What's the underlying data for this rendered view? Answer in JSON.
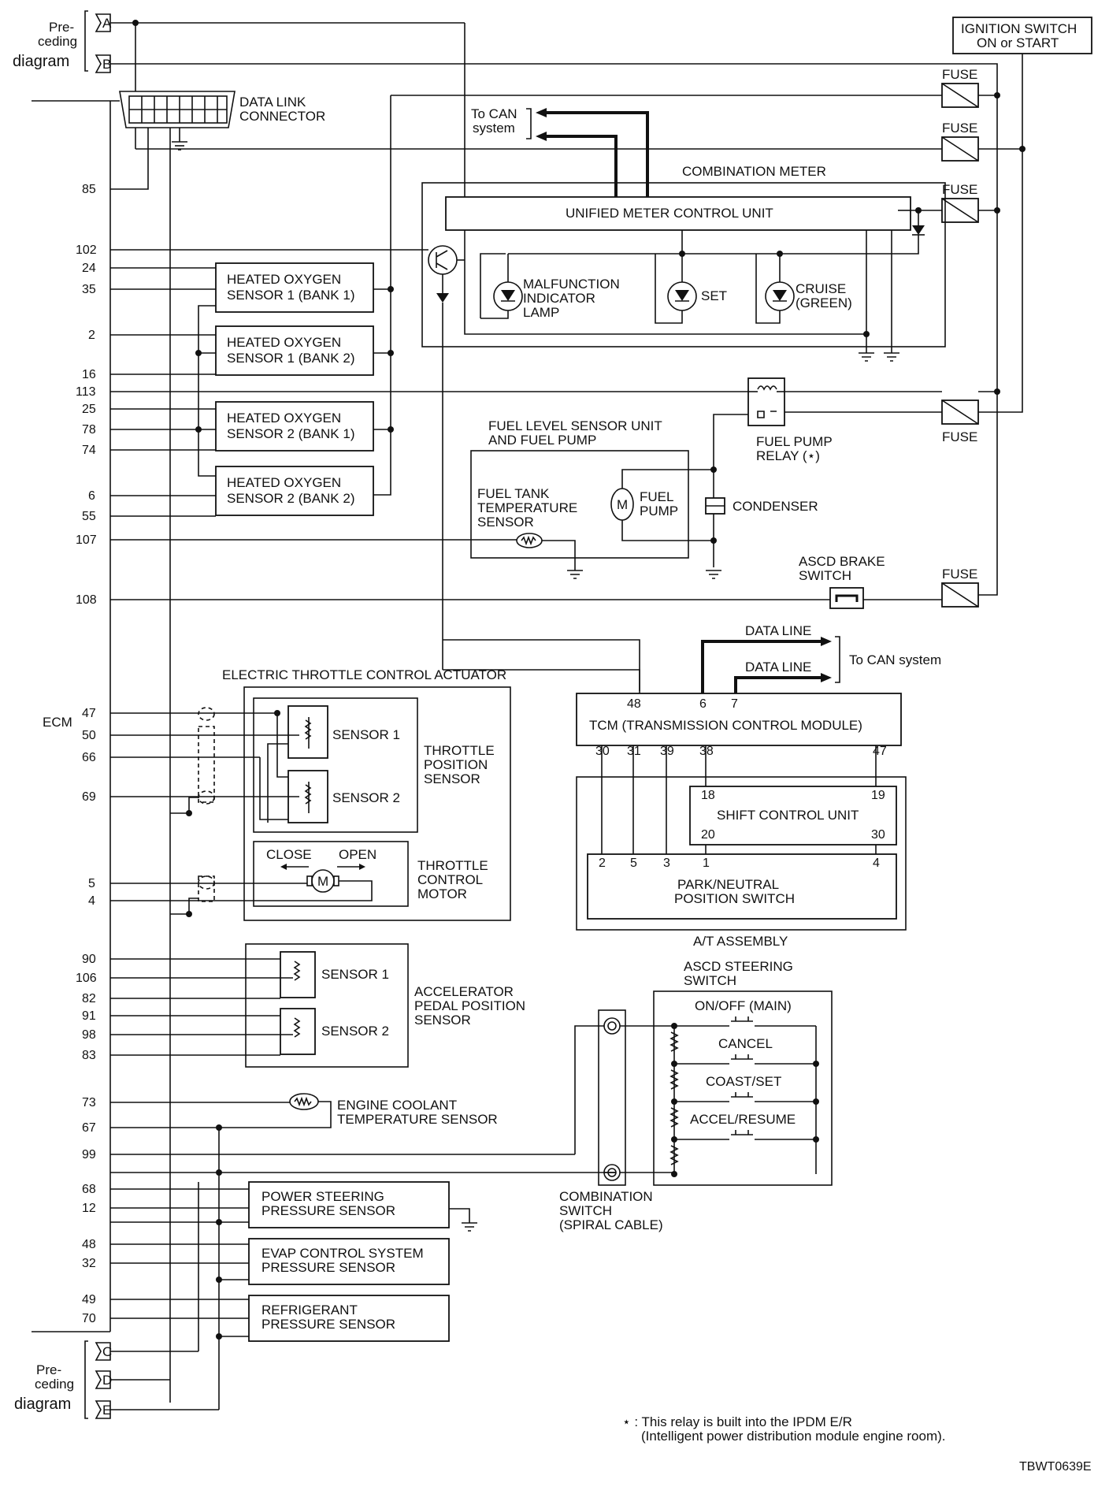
{
  "preceding_top": {
    "line1": "Pre-",
    "line2": "ceding",
    "line3": "diagram",
    "conn_a": "A",
    "conn_b": "B"
  },
  "preceding_bottom": {
    "line1": "Pre-",
    "line2": "ceding",
    "line3": "diagram",
    "conn_c": "C",
    "conn_d": "D",
    "conn_e": "E"
  },
  "ignition": {
    "line1": "IGNITION SWITCH",
    "line2": "ON or START"
  },
  "fuse_label": "FUSE",
  "data_link": {
    "line1": "DATA LINK",
    "line2": "CONNECTOR"
  },
  "can_top": {
    "line1": "To CAN",
    "line2": "system"
  },
  "combination_meter": "COMBINATION METER",
  "unified_meter": "UNIFIED METER CONTROL UNIT",
  "mil": {
    "line1": "MALFUNCTION",
    "line2": "INDICATOR",
    "line3": "LAMP"
  },
  "set_lamp": "SET",
  "cruise": {
    "line1": "CRUISE",
    "line2": "(GREEN)"
  },
  "ho2s": [
    {
      "line1": "HEATED OXYGEN",
      "line2": "SENSOR 1 (BANK 1)"
    },
    {
      "line1": "HEATED OXYGEN",
      "line2": "SENSOR 1 (BANK 2)"
    },
    {
      "line1": "HEATED OXYGEN",
      "line2": "SENSOR 2 (BANK 1)"
    },
    {
      "line1": "HEATED OXYGEN",
      "line2": "SENSOR 2 (BANK 2)"
    }
  ],
  "fuel_pump_relay": {
    "line1": "FUEL PUMP",
    "line2": "RELAY (⋆)"
  },
  "fuel_level": {
    "line1": "FUEL LEVEL SENSOR UNIT",
    "line2": "AND FUEL PUMP"
  },
  "fuel_tank_temp": {
    "line1": "FUEL TANK",
    "line2": "TEMPERATURE",
    "line3": "SENSOR"
  },
  "fuel_pump": {
    "line1": "FUEL",
    "line2": "PUMP"
  },
  "motor_symbol": "M",
  "condenser": "CONDENSER",
  "ascd_brake": {
    "line1": "ASCD BRAKE",
    "line2": "SWITCH"
  },
  "data_line_1": "DATA LINE",
  "data_line_2": "DATA LINE",
  "can_right": "To CAN system",
  "etc_actuator": "ELECTRIC THROTTLE CONTROL ACTUATOR",
  "ecm": "ECM",
  "tps_sensor1": "SENSOR 1",
  "tps_sensor2": "SENSOR 2",
  "tps": {
    "line1": "THROTTLE",
    "line2": "POSITION",
    "line3": "SENSOR"
  },
  "close": "CLOSE",
  "open": "OPEN",
  "throttle_motor": {
    "line1": "THROTTLE",
    "line2": "CONTROL",
    "line3": "MOTOR"
  },
  "app_sensor1": "SENSOR 1",
  "app_sensor2": "SENSOR 2",
  "app": {
    "line1": "ACCELERATOR",
    "line2": "PEDAL POSITION",
    "line3": "SENSOR"
  },
  "ect": {
    "line1": "ENGINE COOLANT",
    "line2": "TEMPERATURE SENSOR"
  },
  "ps_sensor": {
    "line1": "POWER STEERING",
    "line2": "PRESSURE SENSOR"
  },
  "evap_sensor": {
    "line1": "EVAP CONTROL SYSTEM",
    "line2": "PRESSURE SENSOR"
  },
  "refrig_sensor": {
    "line1": "REFRIGERANT",
    "line2": "PRESSURE SENSOR"
  },
  "tcm": "TCM (TRANSMISSION CONTROL MODULE)",
  "tcm_pins": {
    "p48": "48",
    "p6": "6",
    "p7": "7",
    "p30": "30",
    "p31": "31",
    "p39": "39",
    "p38": "38",
    "p47": "47"
  },
  "shift_control": "SHIFT CONTROL UNIT",
  "scu_pins": {
    "p18": "18",
    "p19": "19",
    "p20": "20",
    "p30": "30"
  },
  "pnp": {
    "line1": "PARK/NEUTRAL",
    "line2": "POSITION SWITCH"
  },
  "pnp_pins": {
    "p2": "2",
    "p5": "5",
    "p3": "3",
    "p1": "1",
    "p4": "4"
  },
  "at_assembly": "A/T ASSEMBLY",
  "ascd_steering": {
    "line1": "ASCD STEERING",
    "line2": "SWITCH"
  },
  "ascd_switches": [
    "ON/OFF (MAIN)",
    "CANCEL",
    "COAST/SET",
    "ACCEL/RESUME"
  ],
  "combination_switch": {
    "line1": "COMBINATION",
    "line2": "SWITCH",
    "line3": "(SPIRAL CABLE)"
  },
  "footnote": {
    "line1": "⋆ : This relay is built into the IPDM E/R",
    "line2": "(Intelligent power distribution module engine room)."
  },
  "figure_id": "TBWT0639E",
  "ecm_pins": [
    "85",
    "102",
    "24",
    "35",
    "2",
    "16",
    "113",
    "25",
    "78",
    "74",
    "6",
    "55",
    "107",
    "108",
    "47",
    "50",
    "66",
    "69",
    "5",
    "4",
    "90",
    "106",
    "82",
    "91",
    "98",
    "83",
    "73",
    "67",
    "99",
    "68",
    "12",
    "48",
    "32",
    "49",
    "70"
  ]
}
